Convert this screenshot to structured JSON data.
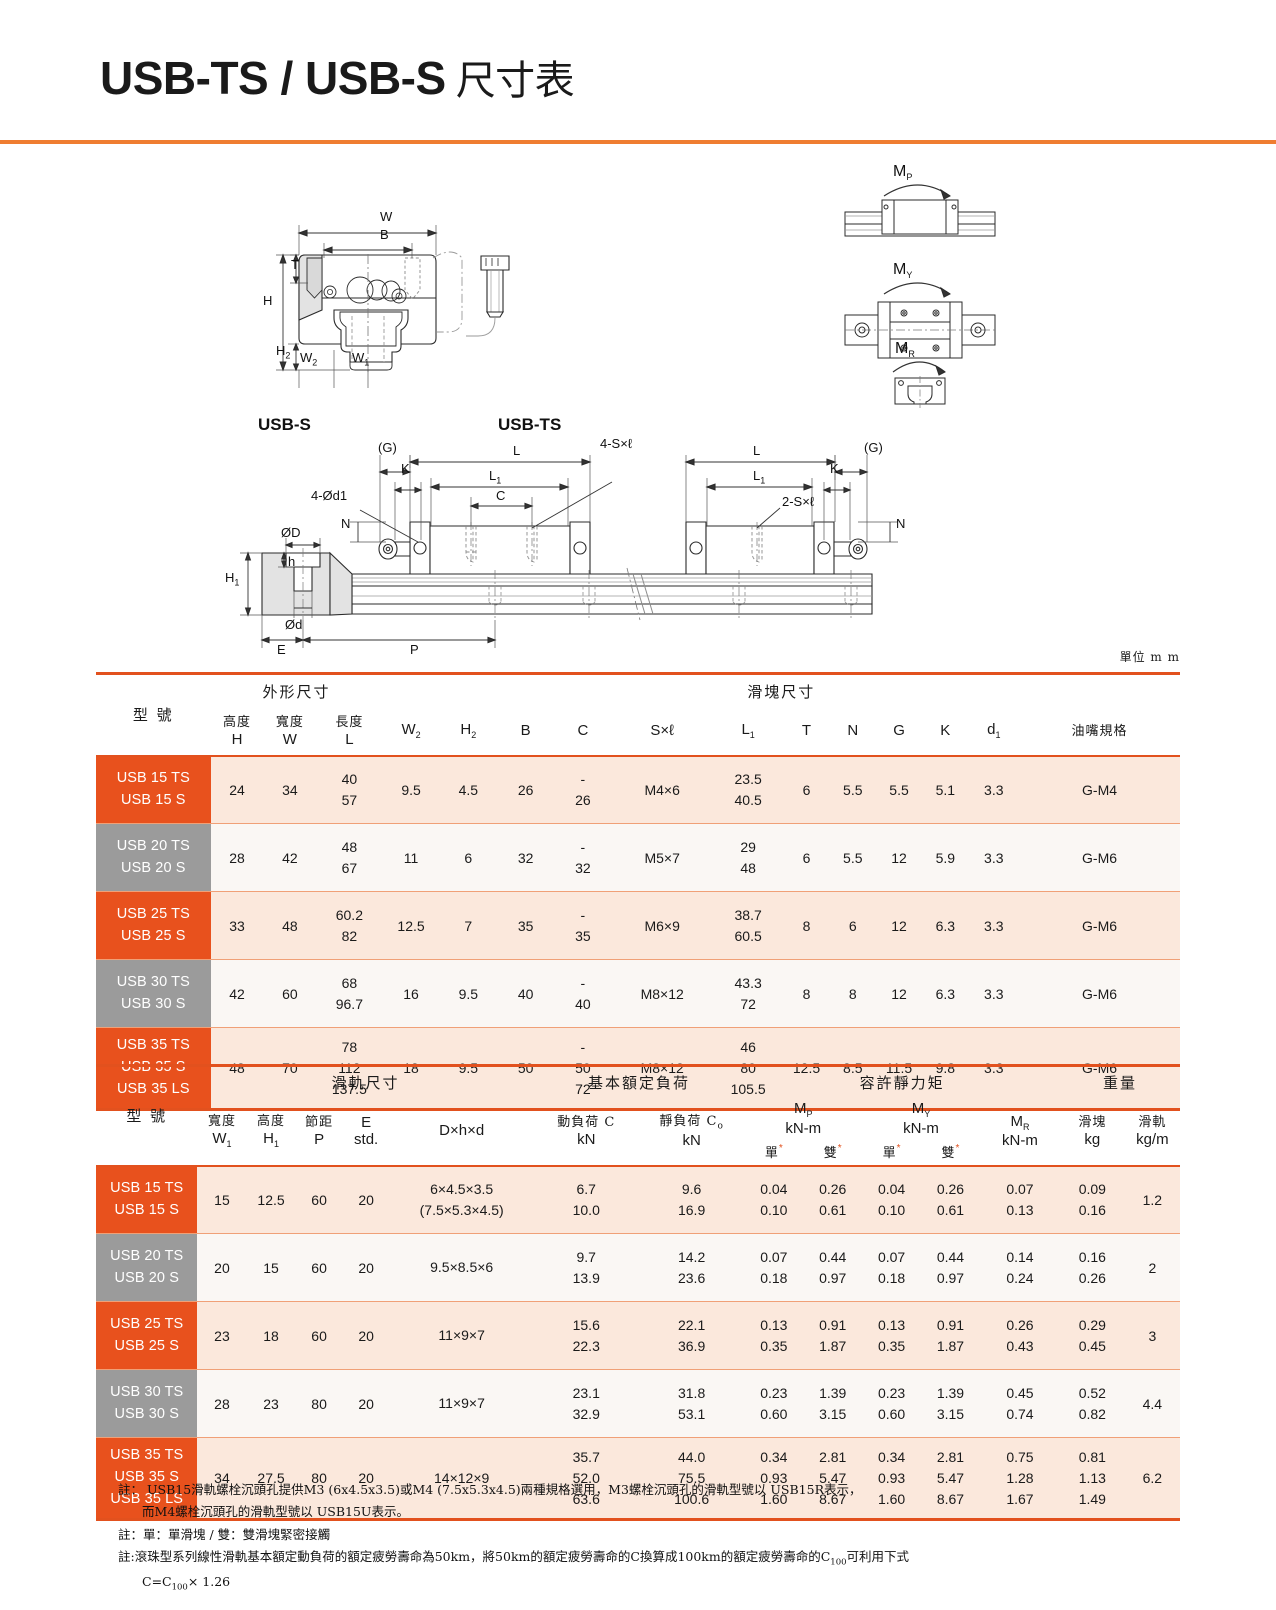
{
  "header": {
    "title_main": "USB-TS / USB-S",
    "title_cjk": "尺寸表",
    "accent_color": "#ef7d31",
    "rule_color": "#e2511e"
  },
  "drawings": {
    "unit_note": "單位 m m",
    "section_s_label": "USB-S",
    "section_ts_label": "USB-TS",
    "front_view_labels": {
      "W": "W",
      "B": "B",
      "T": "T",
      "H": "H",
      "H2": "H",
      "H2_sub": "2",
      "W2": "W",
      "W2_sub": "2",
      "W1": "W",
      "W1_sub": "1"
    },
    "side_view_labels": {
      "G_left": "(G)",
      "G_right": "(G)",
      "K_left": "K",
      "K_right": "K",
      "L_left": "L",
      "L_right": "L",
      "L1_left": "L",
      "L1_right": "L",
      "L1_sub": "1",
      "C": "C",
      "N_left": "N",
      "N_right": "N",
      "holes_4": "4-Ød1",
      "screw_4": "4-S×ℓ",
      "screw_2": "2-S×ℓ",
      "OD": "ØD",
      "Od": "Ød",
      "h": "h",
      "H1": "H",
      "H1_sub": "1",
      "E": "E",
      "P": "P"
    },
    "moment_labels": {
      "mp": "M",
      "mp_sub": "P",
      "my": "M",
      "my_sub": "Y",
      "mr": "M",
      "mr_sub": "R"
    }
  },
  "table1": {
    "group_headers": {
      "model": "型  號",
      "outer": "外形尺寸",
      "block": "滑塊尺寸"
    },
    "columns": [
      {
        "cjk": "高度",
        "sym": "H",
        "sub": ""
      },
      {
        "cjk": "寬度",
        "sym": "W",
        "sub": ""
      },
      {
        "cjk": "長度",
        "sym": "L",
        "sub": ""
      },
      {
        "cjk": "",
        "sym": "W",
        "sub": "2"
      },
      {
        "cjk": "",
        "sym": "H",
        "sub": "2"
      },
      {
        "cjk": "",
        "sym": "B",
        "sub": ""
      },
      {
        "cjk": "",
        "sym": "C",
        "sub": ""
      },
      {
        "cjk": "",
        "sym": "S×ℓ",
        "sub": ""
      },
      {
        "cjk": "",
        "sym": "L",
        "sub": "1"
      },
      {
        "cjk": "",
        "sym": "T",
        "sub": ""
      },
      {
        "cjk": "",
        "sym": "N",
        "sub": ""
      },
      {
        "cjk": "",
        "sym": "G",
        "sub": ""
      },
      {
        "cjk": "",
        "sym": "K",
        "sub": ""
      },
      {
        "cjk": "",
        "sym": "d",
        "sub": "1"
      },
      {
        "cjk": "油嘴規格",
        "sym": "",
        "sub": ""
      }
    ],
    "rows": [
      {
        "models": [
          "USB 15 TS",
          "USB 15 S"
        ],
        "style": "orange",
        "H": "24",
        "W": "34",
        "L": [
          "40",
          "57"
        ],
        "W2": "9.5",
        "H2": "4.5",
        "B": "26",
        "C": [
          "-",
          "26"
        ],
        "Sxl": "M4×6",
        "L1": [
          "23.5",
          "40.5"
        ],
        "T": "6",
        "N": "5.5",
        "G": "5.5",
        "K": "5.1",
        "d1": "3.3",
        "nozzle": "G-M4"
      },
      {
        "models": [
          "USB 20 TS",
          "USB 20 S"
        ],
        "style": "gray",
        "H": "28",
        "W": "42",
        "L": [
          "48",
          "67"
        ],
        "W2": "11",
        "H2": "6",
        "B": "32",
        "C": [
          "-",
          "32"
        ],
        "Sxl": "M5×7",
        "L1": [
          "29",
          "48"
        ],
        "T": "6",
        "N": "5.5",
        "G": "12",
        "K": "5.9",
        "d1": "3.3",
        "nozzle": "G-M6"
      },
      {
        "models": [
          "USB 25 TS",
          "USB 25 S"
        ],
        "style": "orange",
        "H": "33",
        "W": "48",
        "L": [
          "60.2",
          "82"
        ],
        "W2": "12.5",
        "H2": "7",
        "B": "35",
        "C": [
          "-",
          "35"
        ],
        "Sxl": "M6×9",
        "L1": [
          "38.7",
          "60.5"
        ],
        "T": "8",
        "N": "6",
        "G": "12",
        "K": "6.3",
        "d1": "3.3",
        "nozzle": "G-M6"
      },
      {
        "models": [
          "USB 30 TS",
          "USB 30 S"
        ],
        "style": "gray",
        "H": "42",
        "W": "60",
        "L": [
          "68",
          "96.7"
        ],
        "W2": "16",
        "H2": "9.5",
        "B": "40",
        "C": [
          "-",
          "40"
        ],
        "Sxl": "M8×12",
        "L1": [
          "43.3",
          "72"
        ],
        "T": "8",
        "N": "8",
        "G": "12",
        "K": "6.3",
        "d1": "3.3",
        "nozzle": "G-M6"
      },
      {
        "models": [
          "USB 35 TS",
          "USB 35 S",
          "USB 35 LS"
        ],
        "style": "orange",
        "H": "48",
        "W": "70",
        "L": [
          "78",
          "112",
          "137.5"
        ],
        "W2": "18",
        "H2": "9.5",
        "B": "50",
        "C": [
          "-",
          "50",
          "72"
        ],
        "Sxl": "M8×12",
        "L1": [
          "46",
          "80",
          "105.5"
        ],
        "T": "12.5",
        "N": "8.5",
        "G": "11.5",
        "K": "9.8",
        "d1": "3.3",
        "nozzle": "G-M6"
      }
    ]
  },
  "table2": {
    "group_headers": {
      "model": "型  號",
      "rail": "滑軌尺寸",
      "load": "基本額定負荷",
      "moment": "容許靜力矩",
      "weight": "重量"
    },
    "columns": {
      "W1": {
        "cjk": "寬度",
        "sym": "W",
        "sub": "1"
      },
      "H1": {
        "cjk": "高度",
        "sym": "H",
        "sub": "1"
      },
      "P": {
        "cjk": "節距",
        "sym": "P",
        "sub": ""
      },
      "E": {
        "cjk": "",
        "sym": "E",
        "sub": "",
        "line2": "std."
      },
      "Dhd": {
        "sym": "D×h×d"
      },
      "C": {
        "cjk": "動負荷 C",
        "unit": "kN"
      },
      "C0": {
        "cjk": "靜負荷 C",
        "sub": "o",
        "unit": "kN"
      },
      "MP": {
        "sym": "M",
        "sub": "P",
        "unit": "kN-m"
      },
      "MY": {
        "sym": "M",
        "sub": "Y",
        "unit": "kN-m"
      },
      "MR": {
        "sym": "M",
        "sub": "R",
        "unit": "kN-m"
      },
      "block_w": {
        "cjk": "滑塊",
        "unit": "kg"
      },
      "rail_w": {
        "cjk": "滑軌",
        "unit": "kg/m"
      },
      "single": "單",
      "double": "雙"
    },
    "rows": [
      {
        "models": [
          "USB 15 TS",
          "USB 15 S"
        ],
        "style": "orange",
        "W1": "15",
        "H1": "12.5",
        "P": "60",
        "E": "20",
        "Dhd": [
          "6×4.5×3.5",
          "(7.5×5.3×4.5)"
        ],
        "C": [
          "6.7",
          "10.0"
        ],
        "C0": [
          "9.6",
          "16.9"
        ],
        "MP_single": [
          "0.04",
          "0.10"
        ],
        "MP_double": [
          "0.26",
          "0.61"
        ],
        "MY_single": [
          "0.04",
          "0.10"
        ],
        "MY_double": [
          "0.26",
          "0.61"
        ],
        "MR": [
          "0.07",
          "0.13"
        ],
        "block_w": [
          "0.09",
          "0.16"
        ],
        "rail_w": "1.2"
      },
      {
        "models": [
          "USB 20 TS",
          "USB 20 S"
        ],
        "style": "gray",
        "W1": "20",
        "H1": "15",
        "P": "60",
        "E": "20",
        "Dhd": [
          "9.5×8.5×6"
        ],
        "C": [
          "9.7",
          "13.9"
        ],
        "C0": [
          "14.2",
          "23.6"
        ],
        "MP_single": [
          "0.07",
          "0.18"
        ],
        "MP_double": [
          "0.44",
          "0.97"
        ],
        "MY_single": [
          "0.07",
          "0.18"
        ],
        "MY_double": [
          "0.44",
          "0.97"
        ],
        "MR": [
          "0.14",
          "0.24"
        ],
        "block_w": [
          "0.16",
          "0.26"
        ],
        "rail_w": "2"
      },
      {
        "models": [
          "USB 25 TS",
          "USB 25 S"
        ],
        "style": "orange",
        "W1": "23",
        "H1": "18",
        "P": "60",
        "E": "20",
        "Dhd": [
          "11×9×7"
        ],
        "C": [
          "15.6",
          "22.3"
        ],
        "C0": [
          "22.1",
          "36.9"
        ],
        "MP_single": [
          "0.13",
          "0.35"
        ],
        "MP_double": [
          "0.91",
          "1.87"
        ],
        "MY_single": [
          "0.13",
          "0.35"
        ],
        "MY_double": [
          "0.91",
          "1.87"
        ],
        "MR": [
          "0.26",
          "0.43"
        ],
        "block_w": [
          "0.29",
          "0.45"
        ],
        "rail_w": "3"
      },
      {
        "models": [
          "USB 30 TS",
          "USB 30 S"
        ],
        "style": "gray",
        "W1": "28",
        "H1": "23",
        "P": "80",
        "E": "20",
        "Dhd": [
          "11×9×7"
        ],
        "C": [
          "23.1",
          "32.9"
        ],
        "C0": [
          "31.8",
          "53.1"
        ],
        "MP_single": [
          "0.23",
          "0.60"
        ],
        "MP_double": [
          "1.39",
          "3.15"
        ],
        "MY_single": [
          "0.23",
          "0.60"
        ],
        "MY_double": [
          "1.39",
          "3.15"
        ],
        "MR": [
          "0.45",
          "0.74"
        ],
        "block_w": [
          "0.52",
          "0.82"
        ],
        "rail_w": "4.4"
      },
      {
        "models": [
          "USB 35 TS",
          "USB 35 S",
          "USB 35 LS"
        ],
        "style": "orange",
        "W1": "34",
        "H1": "27.5",
        "P": "80",
        "E": "20",
        "Dhd": [
          "14×12×9"
        ],
        "C": [
          "35.7",
          "52.0",
          "63.6"
        ],
        "C0": [
          "44.0",
          "75.5",
          "100.6"
        ],
        "MP_single": [
          "0.34",
          "0.93",
          "1.60"
        ],
        "MP_double": [
          "2.81",
          "5.47",
          "8.67"
        ],
        "MY_single": [
          "0.34",
          "0.93",
          "1.60"
        ],
        "MY_double": [
          "2.81",
          "5.47",
          "8.67"
        ],
        "MR": [
          "0.75",
          "1.28",
          "1.67"
        ],
        "block_w": [
          "0.81",
          "1.13",
          "1.49"
        ],
        "rail_w": "6.2"
      }
    ]
  },
  "footnotes": {
    "note1_line1": "註： USB15滑軌螺栓沉頭孔提供M3 (6x4.5x3.5)或M4 (7.5x5.3x4.5)兩種規格選用，M3螺栓沉頭孔的滑軌型號以 USB15R表示，",
    "note1_line2": "而M4螺栓沉頭孔的滑軌型號以 USB15U表示。",
    "note2": "註：單：單滑塊 / 雙：雙滑塊緊密接觸",
    "note2_prefix": "註",
    "note3_a": "註:滾珠型系列線性滑軌基本額定動負荷的額定疲勞壽命為50km，將50km的額定疲勞壽命的C換算成100km的額定疲勞壽命的C",
    "note3_sub": "100",
    "note3_b": "可利用下式",
    "note3_formula_a": "C=C",
    "note3_formula_sub": "100",
    "note3_formula_b": "× 1.26"
  }
}
